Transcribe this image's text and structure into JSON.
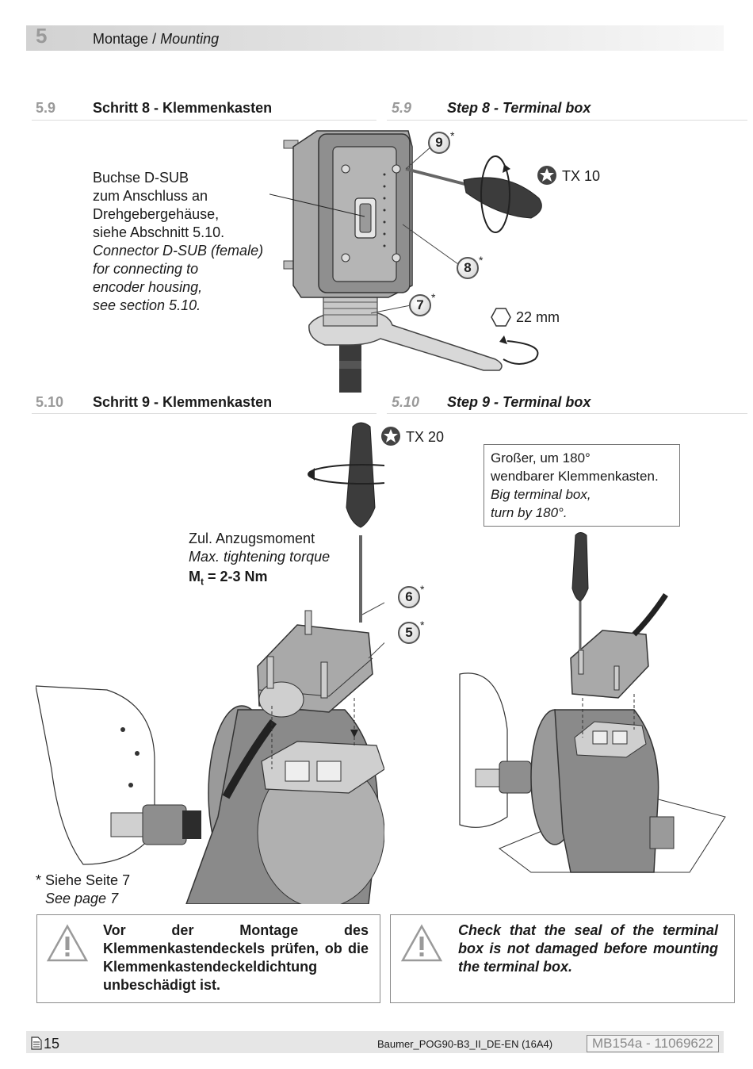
{
  "header": {
    "chapter_number": "5",
    "title_de": "Montage",
    "title_sep": " / ",
    "title_en": "Mounting"
  },
  "section_9": {
    "number": "5.9",
    "title_de": "Schritt 8 - Klemmenkasten",
    "title_en": "Step 8 - Terminal box",
    "description_de": [
      "Buchse D-SUB",
      "zum Anschluss an",
      "Drehgebergehäuse,",
      "siehe Abschnitt 5.10."
    ],
    "description_en": [
      "Connector D-SUB (female)",
      "for connecting to",
      "encoder housing,",
      "see section 5.10."
    ],
    "tool_torx": "TX 10",
    "tool_wrench": "22 mm",
    "callouts": [
      "9",
      "8",
      "7"
    ],
    "callout_mark": "*"
  },
  "section_10": {
    "number": "5.10",
    "title_de": "Schritt 9 - Klemmenkasten",
    "title_en": "Step 9 - Terminal box",
    "tool_torx": "TX 20",
    "torque_de": "Zul. Anzugsmoment",
    "torque_en": "Max. tightening torque",
    "torque_symbol": "M",
    "torque_subscript": "t",
    "torque_value": " = 2-3 Nm",
    "callouts": [
      "6",
      "5"
    ],
    "callout_mark": "*",
    "note_de": [
      "Großer, um 180°",
      "wendbarer Klemmenkasten."
    ],
    "note_en": [
      "Big terminal box,",
      "turn by 180°."
    ],
    "see_de": "* Siehe Seite 7",
    "see_en": "See page 7"
  },
  "warnings": {
    "de": "Vor der Montage des Klemmenkastendeckels prüfen, ob die Klemmenkastendeckeldichtung unbeschädigt ist.",
    "en": "Check that the seal of the terminal box is not damaged before mounting the terminal box."
  },
  "footer": {
    "page": "15",
    "doc": "Baumer_POG90-B3_II_DE-EN  (16A4)",
    "id": "MB154a - 11069622"
  }
}
